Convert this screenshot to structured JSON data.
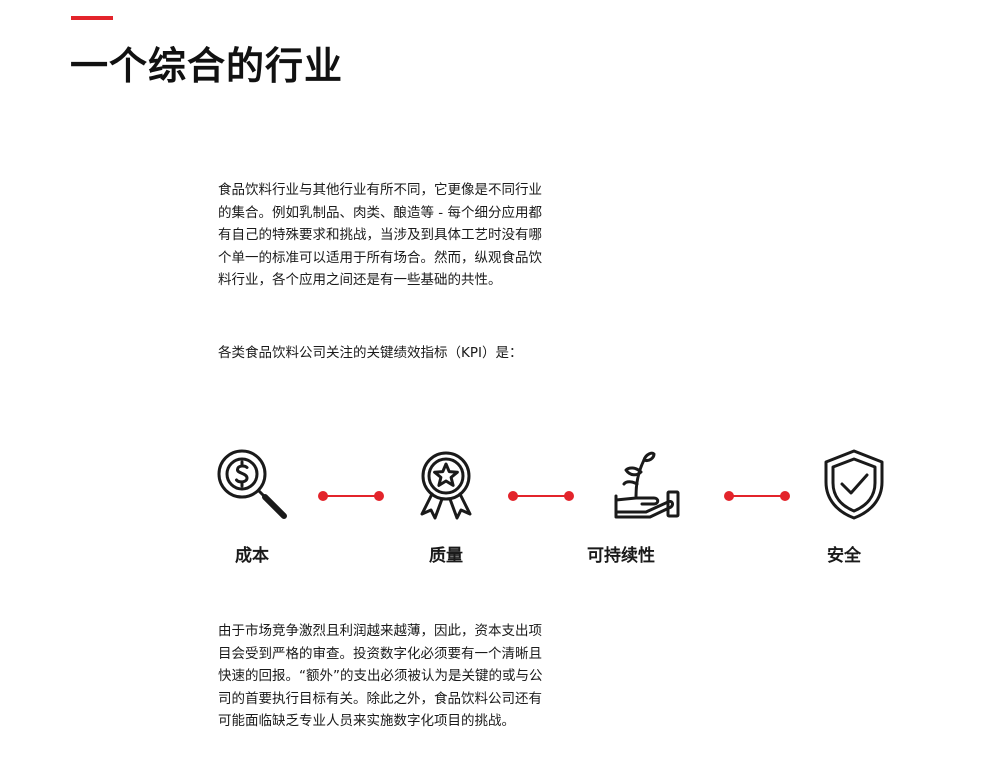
{
  "colors": {
    "accent": "#e3242b",
    "text": "#1a1a1a"
  },
  "title": "一个综合的行业",
  "intro_paragraph": "食品饮料行业与其他行业有所不同，它更像是不同行业的集合。例如乳制品、肉类、酿造等 - 每个细分应用都有自己的特殊要求和挑战，当涉及到具体工艺时没有哪个单一的标准可以适用于所有场合。然而，纵观食品饮料行业，各个应用之间还是有一些基础的共性。",
  "kpi_intro": "各类食品饮料公司关注的关键绩效指标（KPI）是：",
  "kpis": [
    {
      "label": "成本",
      "icon": "dollar-magnifier-icon"
    },
    {
      "label": "质量",
      "icon": "award-ribbon-star-icon"
    },
    {
      "label": "可持续性",
      "icon": "plant-in-hand-icon"
    },
    {
      "label": "安全",
      "icon": "shield-check-icon"
    }
  ],
  "closing_paragraph": "由于市场竞争激烈且利润越来越薄，因此，资本支出项目会受到严格的审查。投资数字化必须要有一个清晰且快速的回报。“额外”的支出必须被认为是关键的或与公司的首要执行目标有关。除此之外，食品饮料公司还有可能面临缺乏专业人员来实施数字化项目的挑战。"
}
